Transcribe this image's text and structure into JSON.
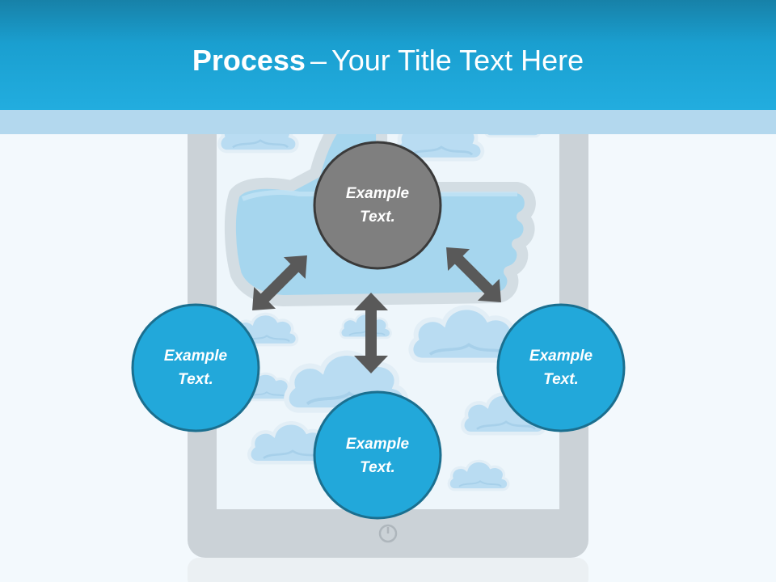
{
  "slide": {
    "title_bold": "Process",
    "title_dash": "–",
    "title_rest": "Your Title Text Here"
  },
  "nodes": [
    {
      "id": "top",
      "line1": "Example",
      "line2": "Text.",
      "fill": "#7f7f7f"
    },
    {
      "id": "left",
      "line1": "Example",
      "line2": "Text.",
      "fill": "#22a8da"
    },
    {
      "id": "bottom",
      "line1": "Example",
      "line2": "Text.",
      "fill": "#22a8da"
    },
    {
      "id": "right",
      "line1": "Example",
      "line2": "Text.",
      "fill": "#22a8da"
    }
  ],
  "colors": {
    "accent": "#22a8da",
    "node_border": "#3a3a3a",
    "arrow": "#595959",
    "tablet": "#cbd2d7"
  },
  "icons": [
    "tablet-icon",
    "thumbs-up-icon",
    "cloud-icon",
    "power-button-icon",
    "double-arrow-icon"
  ]
}
